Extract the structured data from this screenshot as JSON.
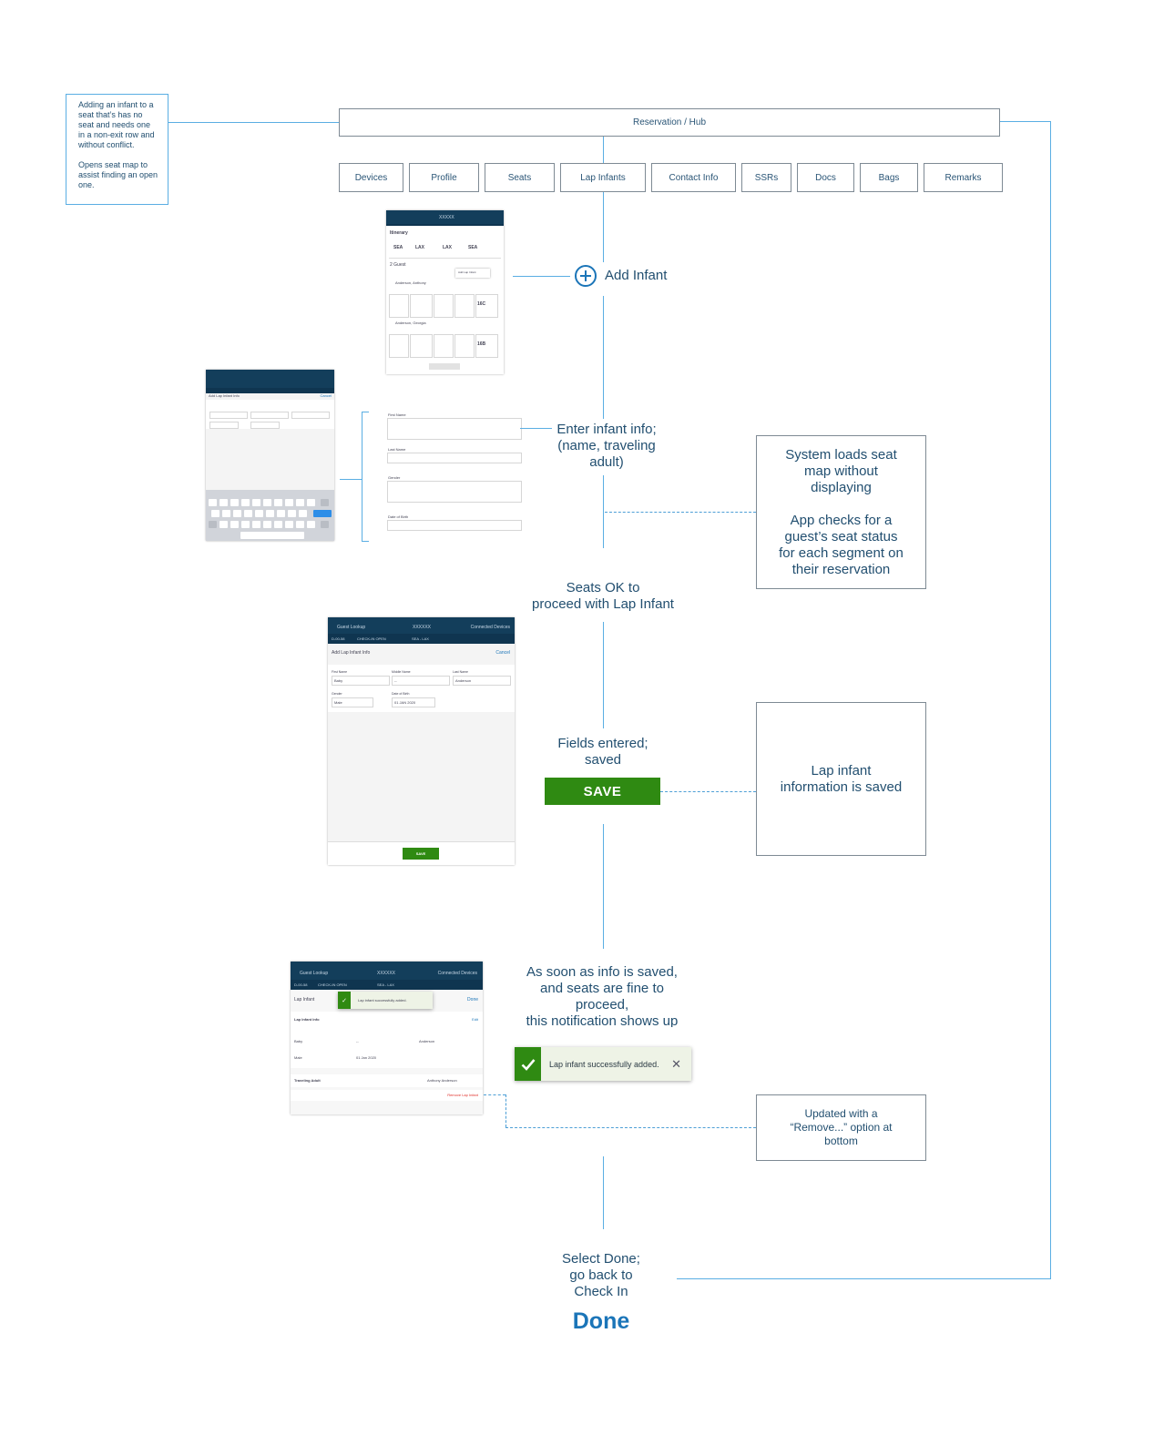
{
  "intro_note": {
    "line1": "Adding an infant to a seat that’s has no seat and needs one in a non-exit row and without conflict.",
    "line2": "Opens seat map to assist finding an open one."
  },
  "hub": {
    "title": "Reservation / Hub"
  },
  "tabs": [
    "Devices",
    "Profile",
    "Seats",
    "Lap Infants",
    "Contact Info",
    "SSRs",
    "Docs",
    "Bags",
    "Remarks"
  ],
  "steps": {
    "add_infant": "Add Infant",
    "enter_info": "Enter infant info;\n(name, traveling\nadult)",
    "seats_ok": "Seats OK to\nproceed with Lap Infant",
    "fields_saved": "Fields entered;\nsaved",
    "save_button": "SAVE",
    "notification": "As soon as info is saved,\nand seats are fine to\nproceed,\nthis notification shows up",
    "toast_text": "Lap infant successfully added.",
    "select_done": "Select Done;\ngo back to\nCheck In",
    "done_button": "Done"
  },
  "notes": {
    "system_loads": "System loads seat\nmap without\ndisplaying\n\nApp checks for a\nguest’s seat status\nfor each segment on\ntheir reservation",
    "info_saved": "Lap infant\ninformation is saved",
    "updated_remove": "Updated with a\n“Remove...” option at\nbottom"
  },
  "screen_itinerary": {
    "header": "XXXXX",
    "section": "Itinerary",
    "segments": [
      {
        "from": "SEA",
        "to": "LAX"
      },
      {
        "from": "LAX",
        "to": "SEA"
      }
    ],
    "guests_label": "2 Guest",
    "menu_item": "Add Lap Infant",
    "guest1": "Anderson, Anthony",
    "guest2": "Anderson, Georgia",
    "seat1": "16C",
    "seat2": "16B"
  },
  "screen_form": {
    "title": "Add Lap Infant Info",
    "cancel": "Cancel",
    "first_name_label": "First Name",
    "middle_name_label": "Middle Name",
    "last_name_label": "Last Name",
    "gender_label": "Gender",
    "dob_label": "Date of Birth",
    "first_name": "Baby",
    "middle_name": "--",
    "last_name": "Anderson",
    "gender": "Male",
    "dob": "01 JAN 2020",
    "save": "SAVE",
    "flight": "D-00-58",
    "status": "CHECK-IN OPEN",
    "route": "SEA - LAX",
    "header": "XXXXXX",
    "back": "Guest Lookup",
    "devices": "Connected Devices"
  },
  "screen_result": {
    "title": "Lap Infant",
    "done": "Done",
    "section": "Lap Infant Info",
    "edit": "Edit",
    "first_name": "Baby",
    "middle_name": "--",
    "last_name": "Anderson",
    "gender": "Male",
    "dob": "01 Jan 2020",
    "traveling_adult_label": "Traveling Adult",
    "traveling_adult": "Anthony Anderson",
    "remove": "Remove Lap Infant",
    "toast": "Lap infant successfully added."
  },
  "colors": {
    "accent_line": "#5aaee3",
    "save_green": "#2f8a12",
    "done_blue": "#1b75b8",
    "text": "#224f70",
    "header_bar": "#133e5b"
  }
}
